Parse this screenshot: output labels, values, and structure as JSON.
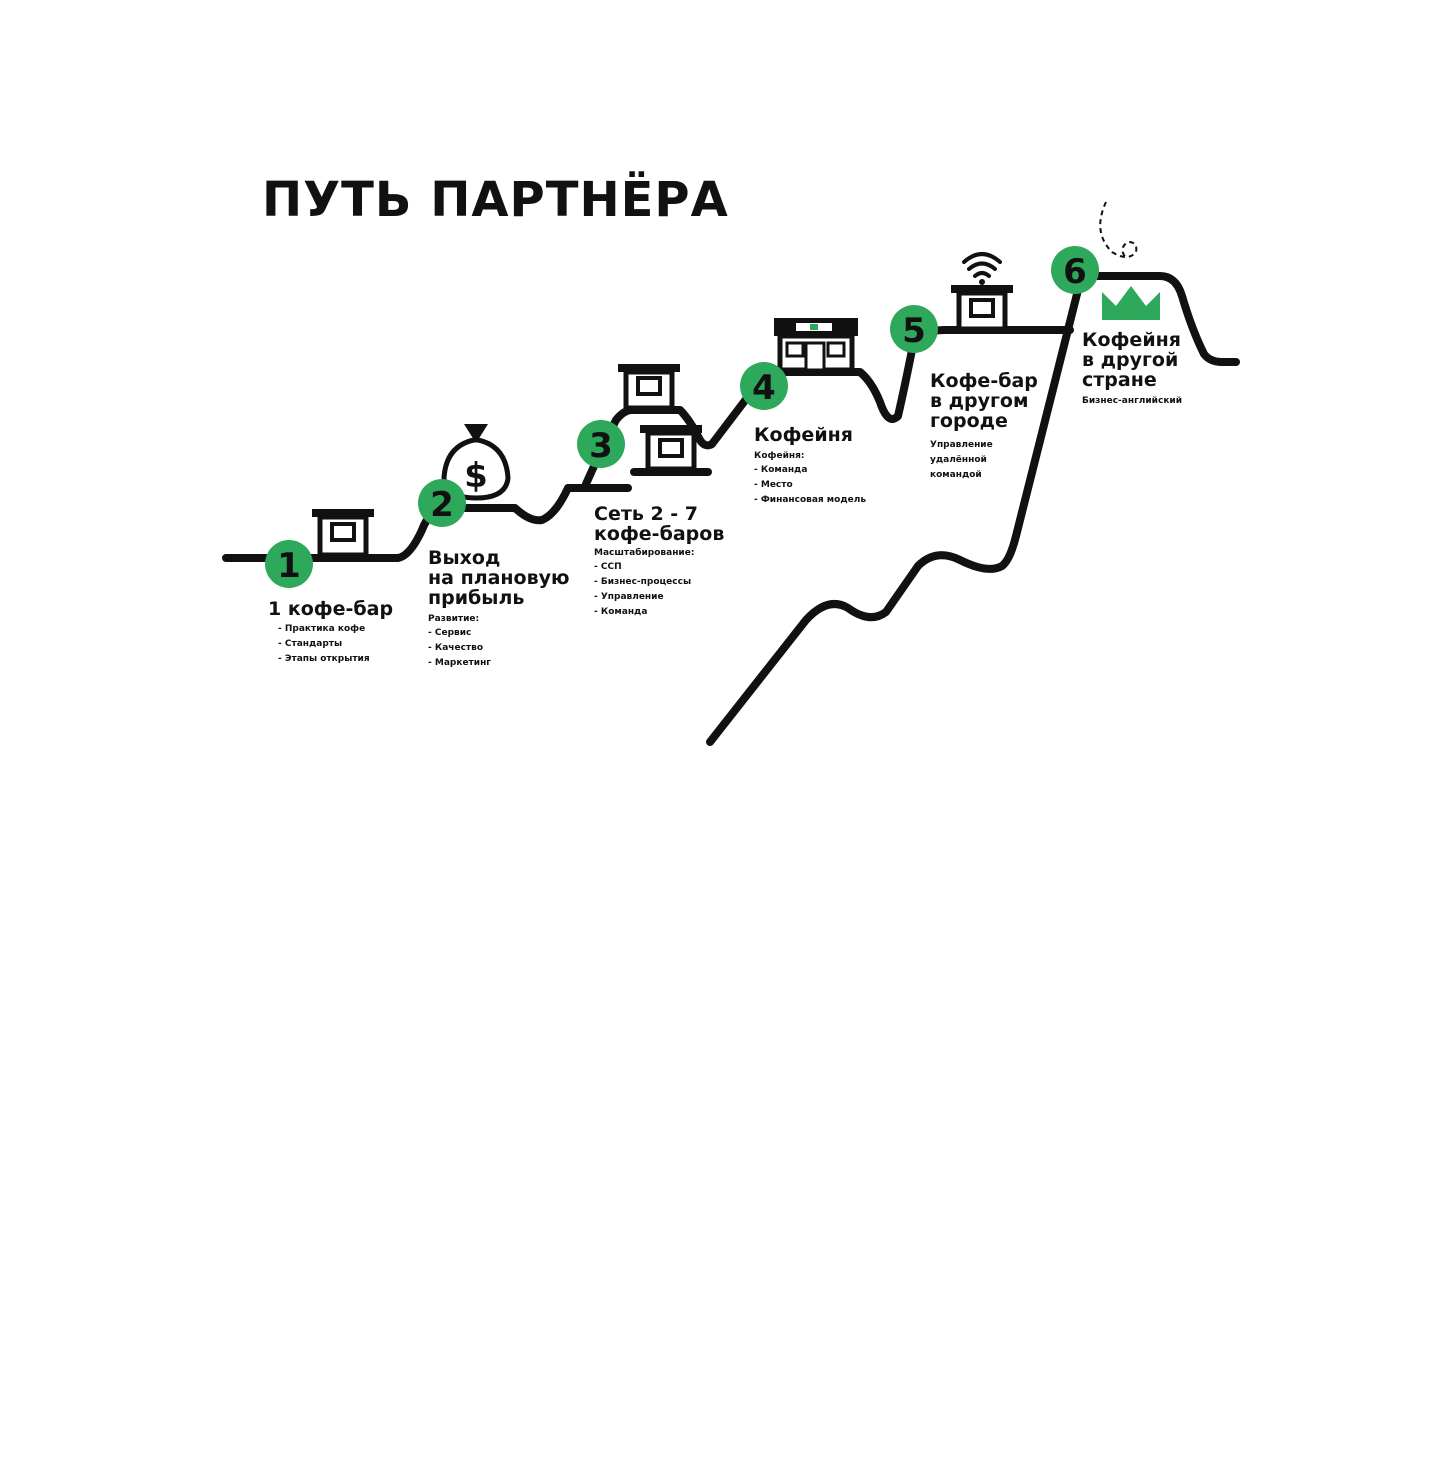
{
  "title": "ПУТЬ  ПАРТНЁРА",
  "colors": {
    "accent": "#2ea85a",
    "ink": "#111111",
    "background": "#ffffff"
  },
  "icons": [
    "coffee-bar-icon",
    "money-bag-icon",
    "coffee-shop-icon",
    "wifi-icon",
    "crown-icon"
  ],
  "steps": [
    {
      "number": "1",
      "title": "1 кофе-бар",
      "lead": "",
      "items": [
        "- Практика кофе",
        "- Стандарты",
        "- Этапы открытия"
      ]
    },
    {
      "number": "2",
      "title": "Выход\nна плановую\nприбыль",
      "lead": "Развитие:",
      "items": [
        "- Сервис",
        "- Качество",
        "- Маркетинг"
      ]
    },
    {
      "number": "3",
      "title": "Сеть 2 - 7\nкофе-баров",
      "lead": "Масштабирование:",
      "items": [
        "- ССП",
        "- Бизнес-процессы",
        "- Управление",
        "- Команда"
      ]
    },
    {
      "number": "4",
      "title": "Кофейня",
      "lead": "Кофейня:",
      "items": [
        "- Команда",
        "- Место",
        "- Финансовая модель"
      ]
    },
    {
      "number": "5",
      "title": "Кофе-бар\nв другом\nгороде",
      "lead": "Управление\nудалённой\nкомандой",
      "items": []
    },
    {
      "number": "6",
      "title": "Кофейня\nв другой\nстране",
      "lead": "Бизнес-английский",
      "items": []
    }
  ]
}
